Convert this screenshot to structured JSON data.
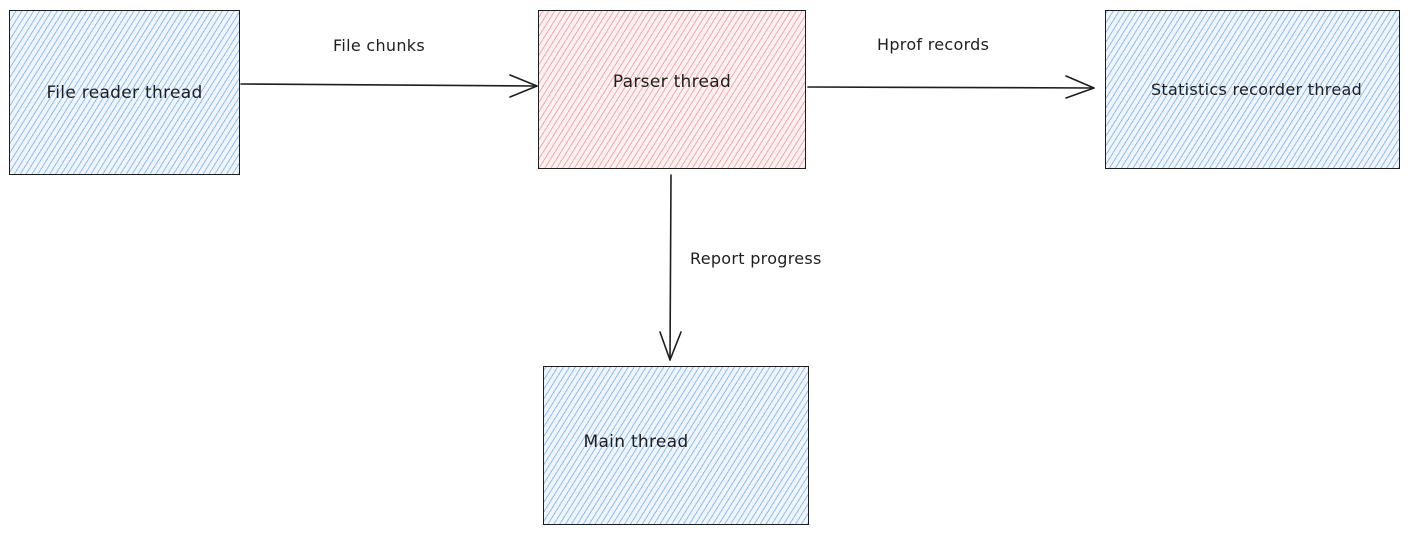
{
  "nodes": {
    "file_reader": {
      "label": "File reader thread",
      "color": "#4a90d9"
    },
    "parser": {
      "label": "Parser thread",
      "color": "#e06767"
    },
    "statistics_recorder": {
      "label": "Statistics recorder thread",
      "color": "#4a90d9"
    },
    "main": {
      "label": "Main thread",
      "color": "#4a90d9"
    }
  },
  "edges": {
    "file_chunks": {
      "label": "File chunks",
      "from": "File reader thread",
      "to": "Parser thread"
    },
    "hprof_records": {
      "label": "Hprof records",
      "from": "Parser thread",
      "to": "Statistics recorder thread"
    },
    "report_progress": {
      "label": "Report progress",
      "from": "Parser thread",
      "to": "Main thread"
    }
  }
}
